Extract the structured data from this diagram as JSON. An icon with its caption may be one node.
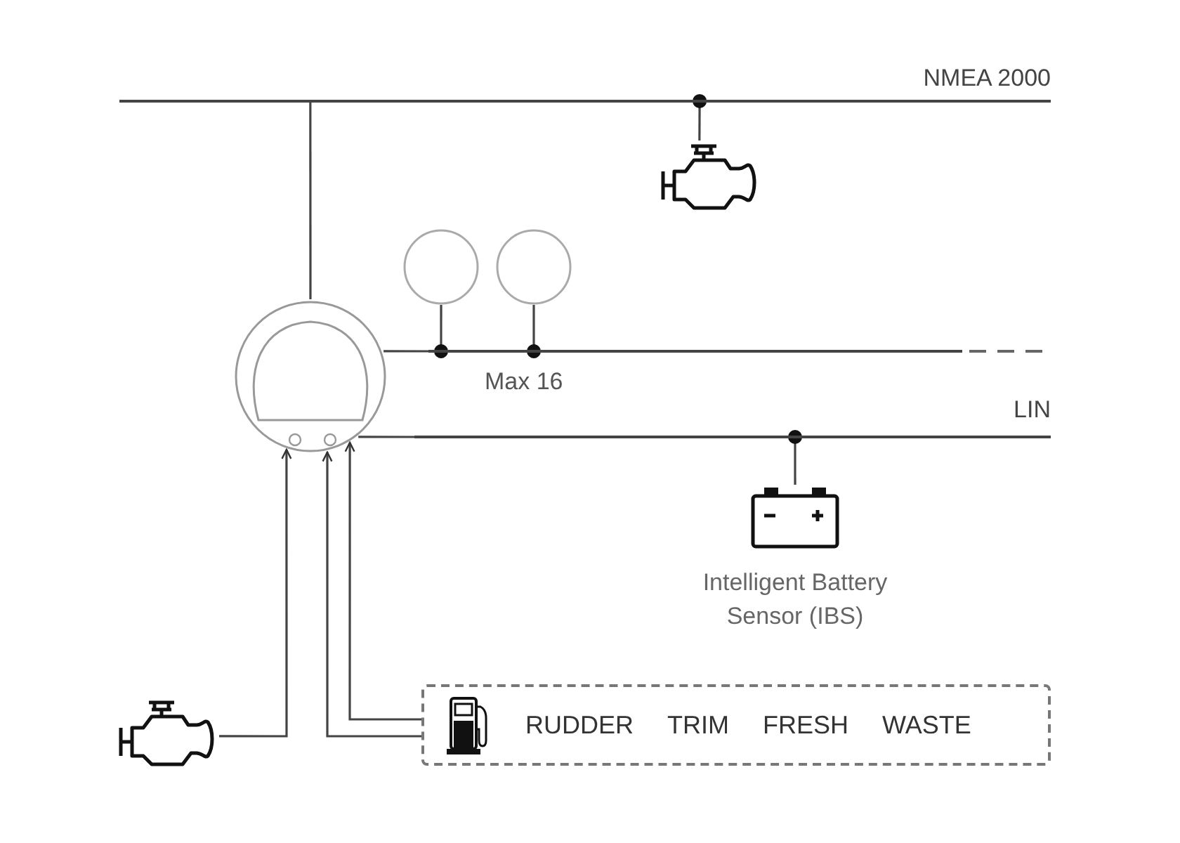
{
  "diagram": {
    "nodes": [
      {
        "text": [
          "NMEA 2000"
        ]
      },
      {
        "text": [],
        "shape": "engine"
      },
      {
        "text": [],
        "shape": "gauge"
      },
      {
        "text": [],
        "shape": "circle"
      },
      {
        "text": [],
        "shape": "circle"
      },
      {
        "text": [],
        "shape": "bar"
      },
      {
        "text": [
          "LIN"
        ]
      },
      {
        "text": [],
        "shape": "battery",
        "beside": [
          "Intelligent Battery Sensor (IBS)"
        ]
      },
      {
        "text": [],
        "shape": "engine"
      },
      {
        "text": [
          "RUDDER",
          "TRIM",
          "FRESH",
          "WASTE"
        ]
      }
    ],
    "edges": [
      {
        "from": 2,
        "to": 0,
        "arrow": "none"
      },
      {
        "from": 0,
        "to": 1,
        "arrow": "none"
      },
      {
        "from": 3,
        "to": 5,
        "arrow": "none"
      },
      {
        "from": 4,
        "to": 5,
        "arrow": "none"
      },
      {
        "from": 2,
        "to": 5,
        "arrow": "none"
      },
      {
        "from": 2,
        "to": 6,
        "arrow": "none"
      },
      {
        "from": 6,
        "to": 7,
        "arrow": "none"
      },
      {
        "from": 8,
        "to": 2,
        "arrow": "to"
      },
      {
        "from": 9,
        "to": 2,
        "arrow": "to"
      },
      {
        "from": 9,
        "to": 2,
        "arrow": "to"
      }
    ],
    "labels": [
      "Max 16"
    ]
  }
}
